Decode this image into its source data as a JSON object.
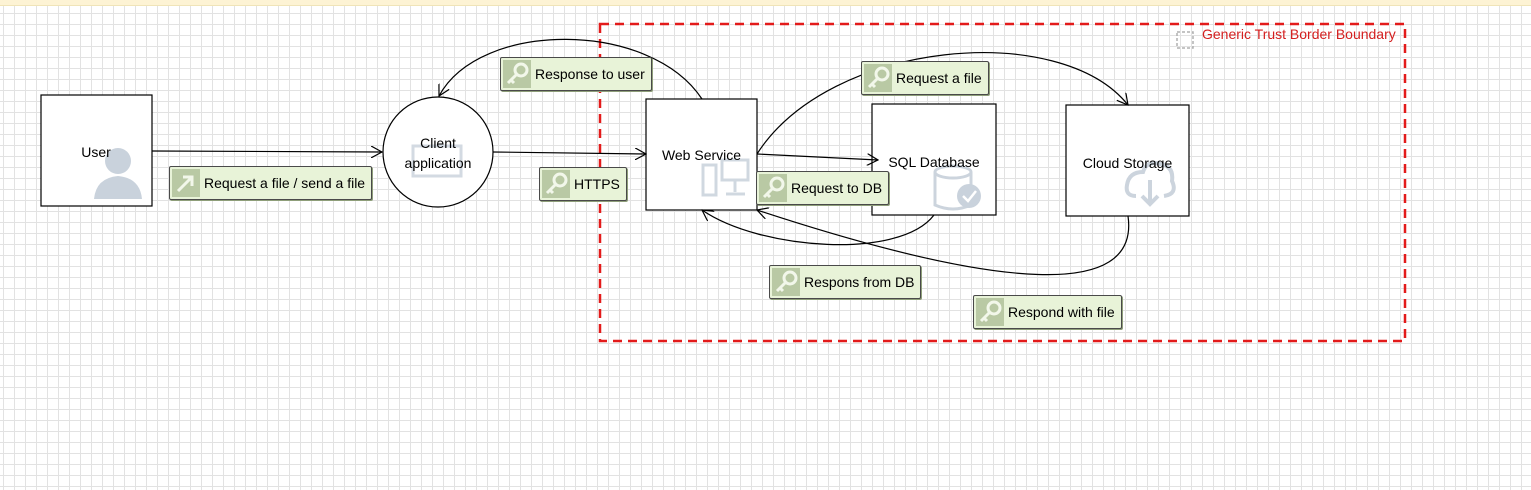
{
  "boundary": {
    "title": "Generic Trust Border Boundary",
    "color": "#e31b1b"
  },
  "nodes": {
    "user": "User",
    "client_line1": "Client",
    "client_line2": "application",
    "web_service": "Web Service",
    "sql_database": "SQL Database",
    "cloud_storage": "Cloud Storage"
  },
  "flows": {
    "request_file_send": "Request a file / send a file",
    "https": "HTTPS",
    "response_to_user": "Response to user",
    "request_a_file": "Request a file",
    "request_to_db": "Request to DB",
    "respons_from_db": "Respons from DB",
    "respond_with_file": "Respond with file"
  },
  "colors": {
    "flow_label_bg": "#e8f3d8",
    "icon_gray": "#c9d2dc",
    "grid": "#e2e2e2"
  }
}
